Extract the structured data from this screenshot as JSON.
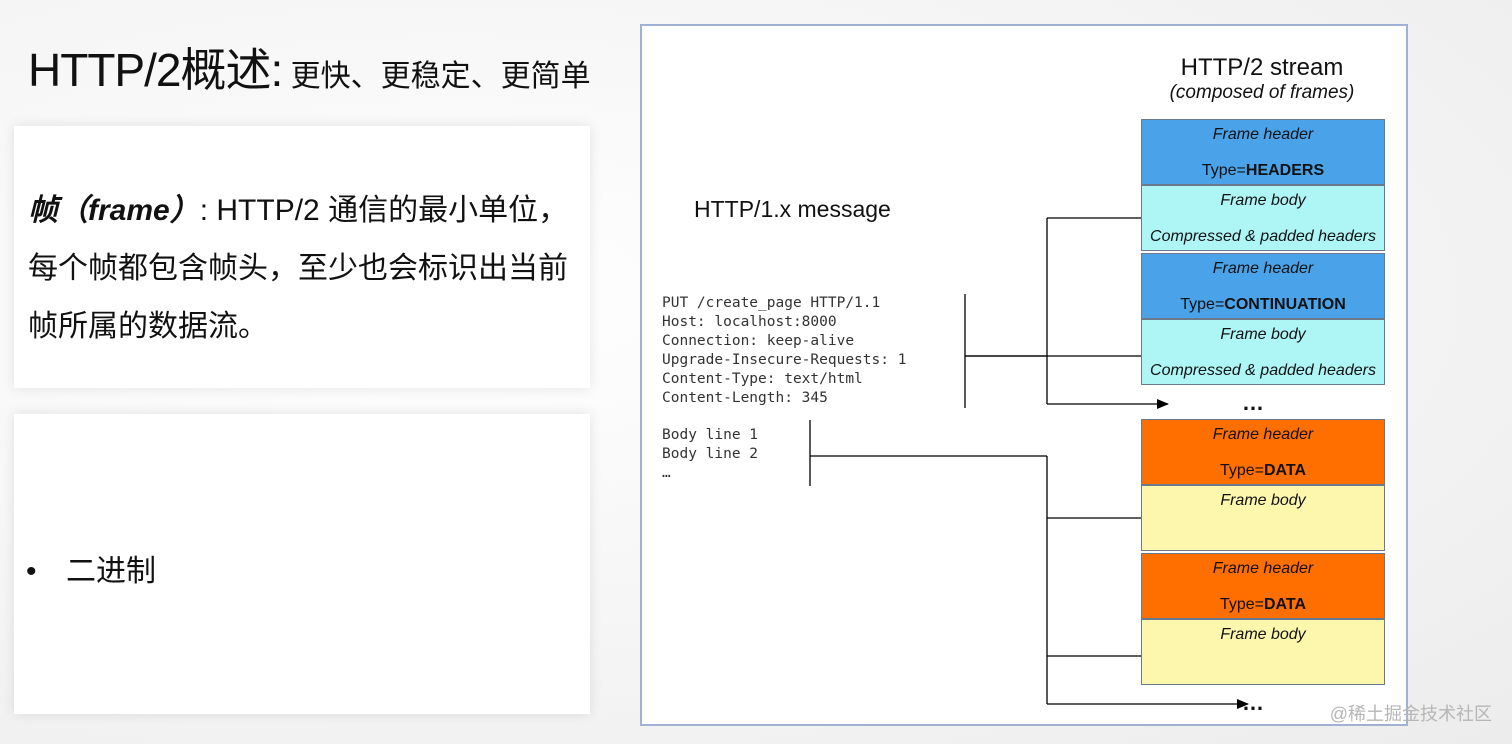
{
  "slide": {
    "title_main": "HTTP/2概述",
    "title_sep": ":",
    "title_sub": " 更快、更稳定、更简单"
  },
  "frame_card": {
    "term": "帧（frame）",
    "definition": ": HTTP/2 通信的最小单位，每个帧都包含帧头，至少也会标识出当前帧所属的数据流。"
  },
  "bullet_card": {
    "bullet": "•",
    "item": "二进制"
  },
  "diagram": {
    "stream_title": "HTTP/2 stream",
    "stream_subtitle": "(composed of frames)",
    "message_title": "HTTP/1.x message",
    "header_lines": "PUT /create_page HTTP/1.1\nHost: localhost:8000\nConnection: keep-alive\nUpgrade-Insecure-Requests: 1\nContent-Type: text/html\nContent-Length: 345",
    "body_lines": "Body line 1\nBody line 2\n…",
    "frames": [
      {
        "line1": "Frame header",
        "line2_prefix": "Type=",
        "line2_bold": "HEADERS"
      },
      {
        "line1": "Frame body",
        "line2": "Compressed & padded headers"
      },
      {
        "line1": "Frame header",
        "line2_prefix": "Type=",
        "line2_bold": "CONTINUATION"
      },
      {
        "line1": "Frame body",
        "line2": "Compressed & padded headers"
      },
      {
        "line1": "Frame header",
        "line2_prefix": "Type=",
        "line2_bold": "DATA"
      },
      {
        "line1": "Frame body"
      },
      {
        "line1": "Frame header",
        "line2_prefix": "Type=",
        "line2_bold": "DATA"
      },
      {
        "line1": "Frame body"
      }
    ],
    "ellipsis_1": "…",
    "ellipsis_2": "…"
  },
  "colors": {
    "header_blue": "#4aa3e8",
    "body_cyan": "#aef5f6",
    "header_orange": "#ff6f00",
    "body_yellow": "#fdf7ad",
    "diagram_border": "#9fb2d3"
  },
  "watermark": "@稀土掘金技术社区"
}
